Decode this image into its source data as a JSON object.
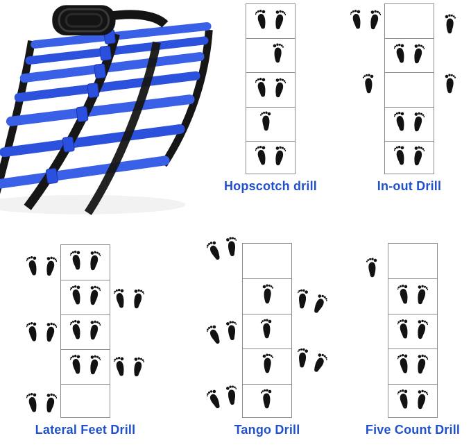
{
  "colors": {
    "label_blue": "#2050cc",
    "ladder_blue": "#2f55e2",
    "strap_black": "#161616",
    "grid_line": "#8a8a8a",
    "foot_black": "#121212"
  },
  "drills": [
    {
      "label": "Hopscotch drill",
      "cells": 5,
      "placements": [
        {
          "row": 1,
          "pos": "in",
          "feet": "pair"
        },
        {
          "row": 2,
          "pos": "in",
          "feet": "single-right",
          "dx": 0.14
        },
        {
          "row": 3,
          "pos": "in",
          "feet": "pair"
        },
        {
          "row": 4,
          "pos": "in",
          "feet": "single-left",
          "dx": -0.08
        },
        {
          "row": 5,
          "pos": "in",
          "feet": "pair"
        }
      ]
    },
    {
      "label": "In-out Drill",
      "cells": 5,
      "placements": [
        {
          "row": 1,
          "pos": "out-left",
          "feet": "pair"
        },
        {
          "row": 1,
          "pos": "out-right",
          "feet": "single-right",
          "dy": 0.15
        },
        {
          "row": 2,
          "pos": "in",
          "feet": "pair"
        },
        {
          "row": 3,
          "pos": "out-left",
          "feet": "single-left",
          "dy": -0.1
        },
        {
          "row": 3,
          "pos": "out-right",
          "feet": "single-right",
          "dy": -0.1
        },
        {
          "row": 4,
          "pos": "in",
          "feet": "pair"
        },
        {
          "row": 5,
          "pos": "in",
          "feet": "pair"
        }
      ]
    },
    {
      "label": "Lateral Feet Drill",
      "cells": 5,
      "placements": [
        {
          "row": 1,
          "pos": "out-left",
          "feet": "pair",
          "dy": 0.15
        },
        {
          "row": 1,
          "pos": "in",
          "feet": "pair"
        },
        {
          "row": 2,
          "pos": "in",
          "feet": "pair"
        },
        {
          "row": 2,
          "pos": "out-right",
          "feet": "pair",
          "dy": 0.1
        },
        {
          "row": 3,
          "pos": "out-left",
          "feet": "pair",
          "dy": 0.05
        },
        {
          "row": 3,
          "pos": "in",
          "feet": "pair"
        },
        {
          "row": 4,
          "pos": "in",
          "feet": "pair"
        },
        {
          "row": 4,
          "pos": "out-right",
          "feet": "pair",
          "dy": 0.05
        },
        {
          "row": 5,
          "pos": "out-left",
          "feet": "pair",
          "dy": 0.1
        }
      ]
    },
    {
      "label": "Tango Drill",
      "cells": 5,
      "placements": [
        {
          "row": 1,
          "pos": "out-left",
          "feet": "pair",
          "dy": -0.3,
          "rot": -15
        },
        {
          "row": 2,
          "pos": "in",
          "feet": "single-right"
        },
        {
          "row": 2,
          "pos": "out-right",
          "feet": "pair",
          "dy": 0.2,
          "rot": 15
        },
        {
          "row": 3,
          "pos": "in",
          "feet": "single-left"
        },
        {
          "row": 3,
          "pos": "out-left",
          "feet": "pair",
          "dy": 0.1,
          "rot": -15
        },
        {
          "row": 4,
          "pos": "in",
          "feet": "single-right"
        },
        {
          "row": 4,
          "pos": "out-right",
          "feet": "pair",
          "dy": -0.1,
          "rot": 15
        },
        {
          "row": 5,
          "pos": "in",
          "feet": "single-left"
        },
        {
          "row": 5,
          "pos": "out-left",
          "feet": "pair",
          "dy": -0.05,
          "rot": -15
        }
      ]
    },
    {
      "label": "Five Count Drill",
      "cells": 5,
      "placements": [
        {
          "row": 1,
          "pos": "out-left",
          "feet": "single-left",
          "dy": 0.25
        },
        {
          "row": 2,
          "pos": "in",
          "feet": "pair"
        },
        {
          "row": 3,
          "pos": "in",
          "feet": "pair"
        },
        {
          "row": 4,
          "pos": "in",
          "feet": "pair"
        },
        {
          "row": 5,
          "pos": "in",
          "feet": "pair"
        }
      ]
    }
  ]
}
